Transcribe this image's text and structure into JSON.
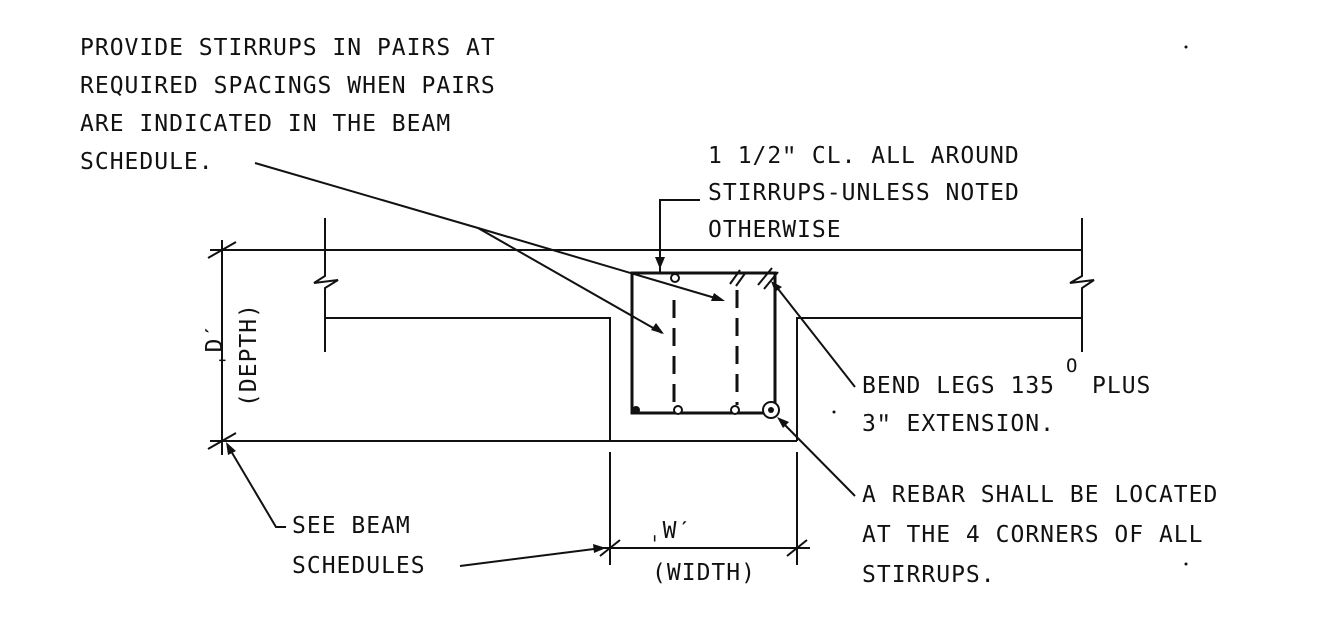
{
  "notes": {
    "stirrup_pairs": [
      "PROVIDE STIRRUPS IN PAIRS AT",
      "REQUIRED SPACINGS WHEN PAIRS",
      "ARE INDICATED IN THE BEAM",
      "SCHEDULE."
    ],
    "clearance": [
      "1 1/2ʺ CL. ALL AROUND",
      "STIRRUPS-UNLESS NOTED",
      "OTHERWISE"
    ],
    "bend_legs": [
      "BEND LEGS 135",
      "O",
      "PLUS",
      "3ʺ EXTENSION."
    ],
    "rebar_corners": [
      "A REBAR SHALL BE LOCATED",
      "AT THE 4 CORNERS OF ALL",
      "STIRRUPS."
    ],
    "see_beam": [
      "SEE BEAM",
      "SCHEDULES"
    ]
  },
  "dimensions": {
    "depth_symbol": "ˌDˊ",
    "depth_label": "(DEPTH)",
    "width_symbol": "ˌWˊ",
    "width_label": "(WIDTH)"
  }
}
